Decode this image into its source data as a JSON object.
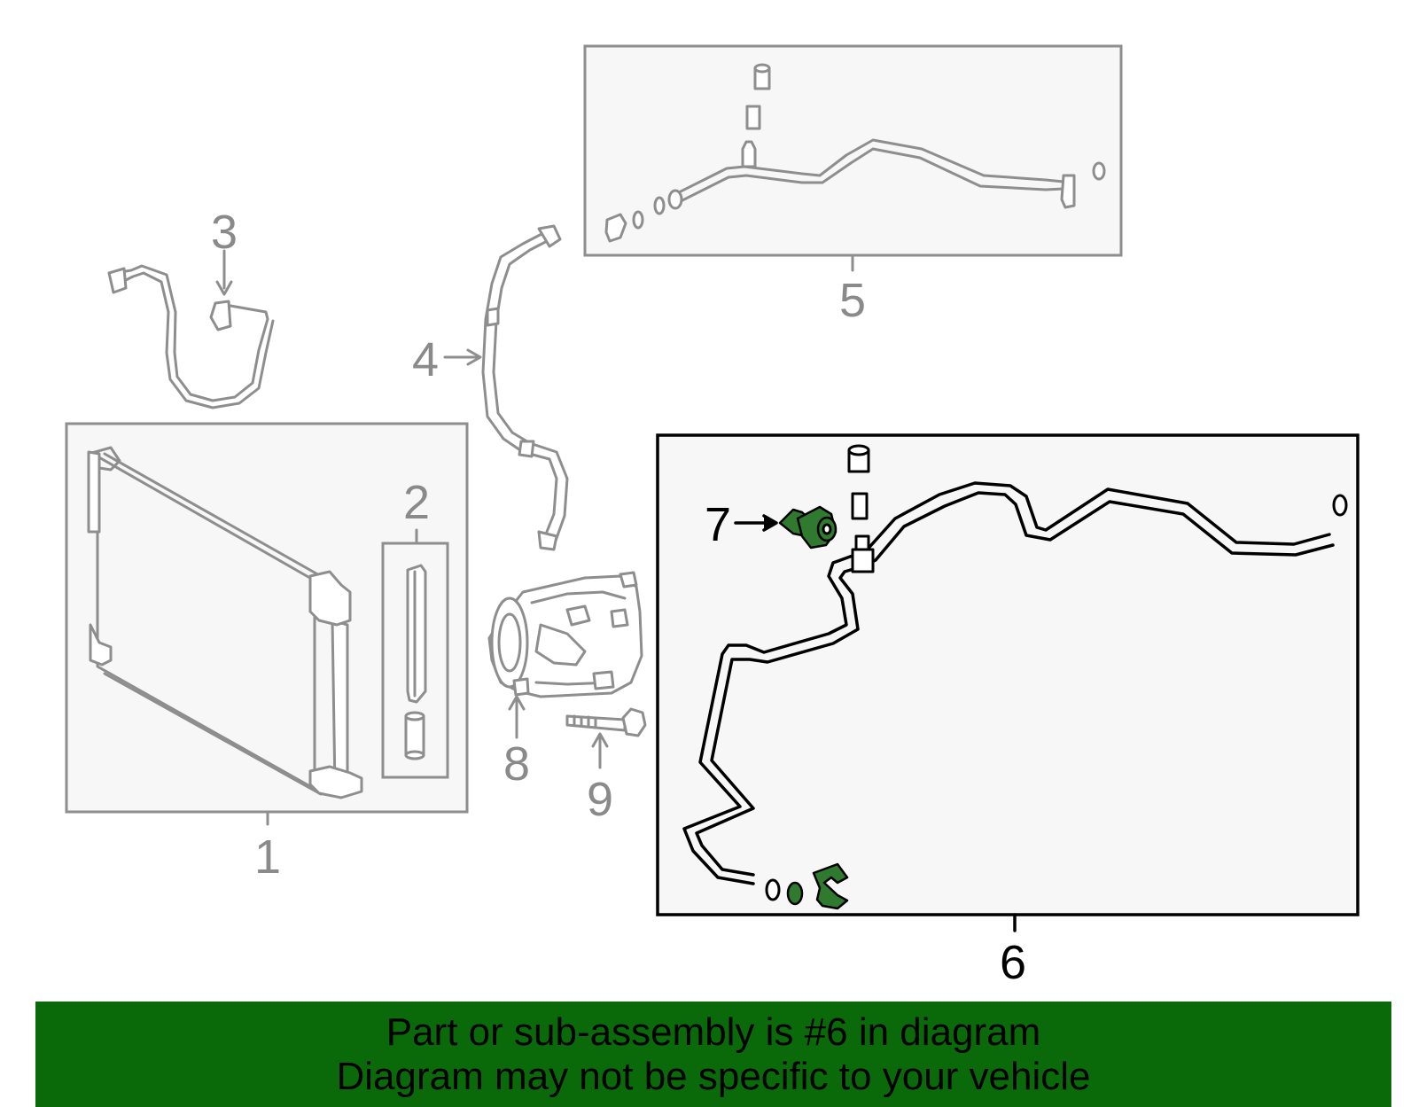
{
  "callouts": [
    {
      "id": "1",
      "label": "1"
    },
    {
      "id": "2",
      "label": "2"
    },
    {
      "id": "3",
      "label": "3"
    },
    {
      "id": "4",
      "label": "4"
    },
    {
      "id": "5",
      "label": "5"
    },
    {
      "id": "6",
      "label": "6"
    },
    {
      "id": "7",
      "label": "7"
    },
    {
      "id": "8",
      "label": "8"
    },
    {
      "id": "9",
      "label": "9"
    }
  ],
  "highlighted_part": "6",
  "colors": {
    "banner_background": "#0a6a0a",
    "highlight_part": "#2f7a2f",
    "inactive_lines": "#8e8e8e",
    "active_lines": "#000000"
  },
  "banner": {
    "line1": "Part or sub-assembly is #6 in diagram",
    "line2": "Diagram may not be specific to your vehicle"
  }
}
